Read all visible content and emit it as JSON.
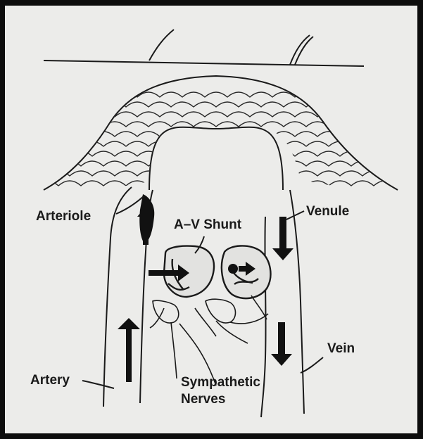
{
  "labels": {
    "arteriole": "Arteriole",
    "av_shunt": "A–V Shunt",
    "venule": "Venule",
    "vein": "Vein",
    "artery": "Artery",
    "sympathetic_line1": "Sympathetic",
    "sympathetic_line2": "Nerves"
  },
  "colors": {
    "background": "#ececea",
    "frame": "#0d0d0d",
    "ink": "#1a1a1a"
  }
}
